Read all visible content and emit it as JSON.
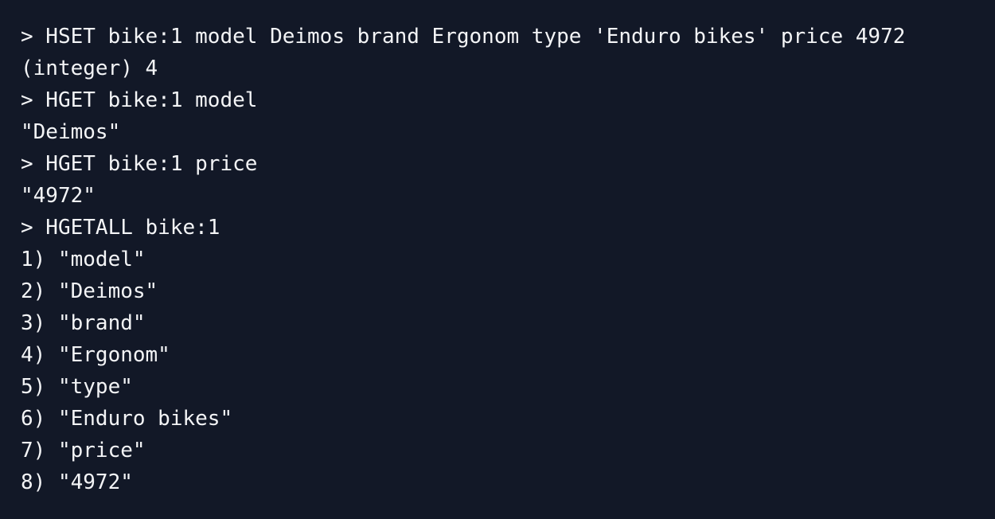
{
  "theme": {
    "background": "#121827",
    "foreground": "#f3f4f6"
  },
  "terminal": {
    "lines": [
      "> HSET bike:1 model Deimos brand Ergonom type 'Enduro bikes' price 4972",
      "(integer) 4",
      "> HGET bike:1 model",
      "\"Deimos\"",
      "> HGET bike:1 price",
      "\"4972\"",
      "> HGETALL bike:1",
      "1) \"model\"",
      "2) \"Deimos\"",
      "3) \"brand\"",
      "4) \"Ergonom\"",
      "5) \"type\"",
      "6) \"Enduro bikes\"",
      "7) \"price\"",
      "8) \"4972\""
    ]
  }
}
